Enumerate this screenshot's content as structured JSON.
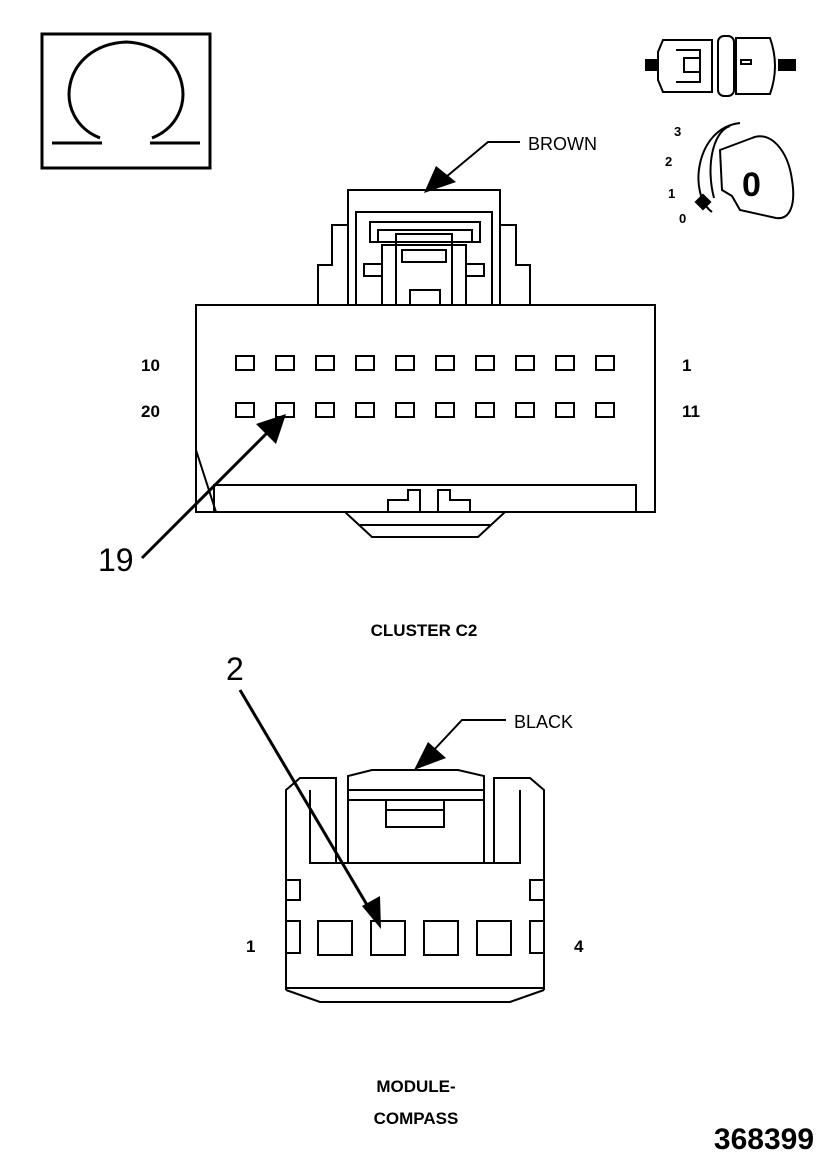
{
  "ohmmeter_icon": {
    "symbol": "Ω",
    "icon": "ohmmeter-icon"
  },
  "ignition_icon": {
    "positions": [
      "3",
      "2",
      "1",
      "0"
    ],
    "key_label": "0",
    "icon": "ignition-key-icon"
  },
  "connector_icon": {
    "icon": "connector-disconnect-icon"
  },
  "cluster_connector": {
    "color_label": "BROWN",
    "row1_left_label": "10",
    "row1_right_label": "1",
    "row2_left_label": "20",
    "row2_right_label": "11",
    "callout_pin": "19",
    "caption": "CLUSTER C2"
  },
  "module_connector": {
    "color_label": "BLACK",
    "left_label": "1",
    "right_label": "4",
    "callout_pin": "2",
    "caption_line1": "MODULE-",
    "caption_line2": "COMPASS"
  },
  "figure_id": "368399"
}
